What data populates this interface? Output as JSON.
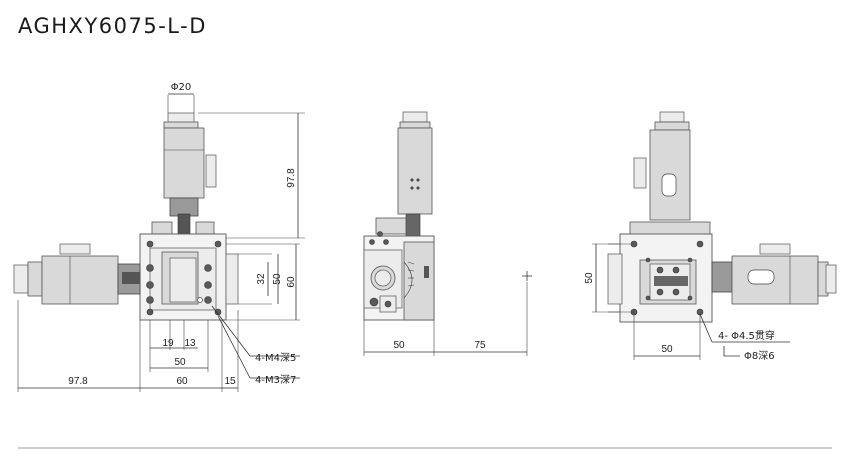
{
  "title": "AGHXY6075-L-D",
  "front_view": {
    "dims": {
      "knob_dia": "Φ20",
      "height": "97.8",
      "h32": "32",
      "h50": "50",
      "h60": "60",
      "w19": "19",
      "w13": "13",
      "w50": "50",
      "left": "97.8",
      "w60": "60",
      "w15": "15"
    },
    "callouts": {
      "m4": "4-M4深5",
      "m3": "4-M3深7"
    }
  },
  "side_view": {
    "dims": {
      "w50": "50",
      "w75": "75"
    }
  },
  "right_view": {
    "dims": {
      "h50": "50",
      "w50": "50",
      "hole1": "4- Φ4.5贯穿",
      "hole2": "Φ8深6"
    }
  }
}
